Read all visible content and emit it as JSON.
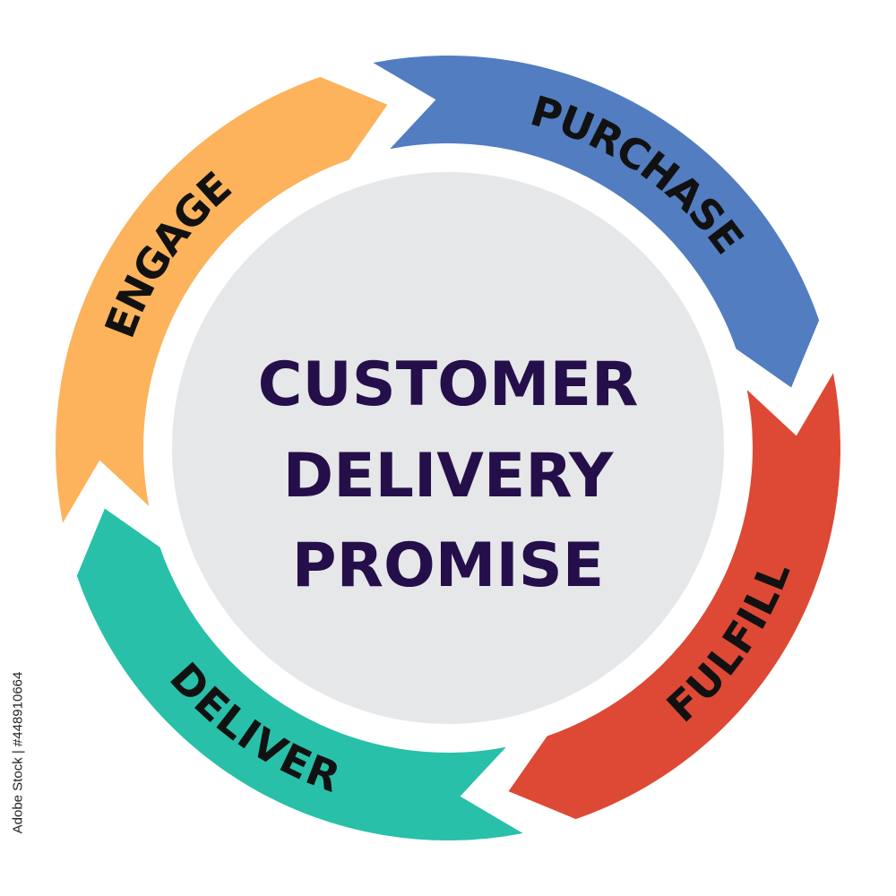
{
  "center": {
    "lines": [
      "CUSTOMER",
      "DELIVERY",
      "PROMISE"
    ],
    "text_color": "#250f4a",
    "fill_color": "#e6e7e8"
  },
  "segments": [
    {
      "id": "engage",
      "label": "ENGAGE",
      "color": "#fcb35c",
      "icon": "arrow-segment"
    },
    {
      "id": "purchase",
      "label": "PURCHASE",
      "color": "#527dc0",
      "icon": "arrow-segment"
    },
    {
      "id": "fulfill",
      "label": "FULFILL",
      "color": "#dd4935",
      "icon": "arrow-segment"
    },
    {
      "id": "deliver",
      "label": "DELIVER",
      "color": "#28c0a8",
      "icon": "arrow-segment"
    }
  ],
  "label_color": "#111111",
  "stock_id": "Adobe Stock | #448910664"
}
